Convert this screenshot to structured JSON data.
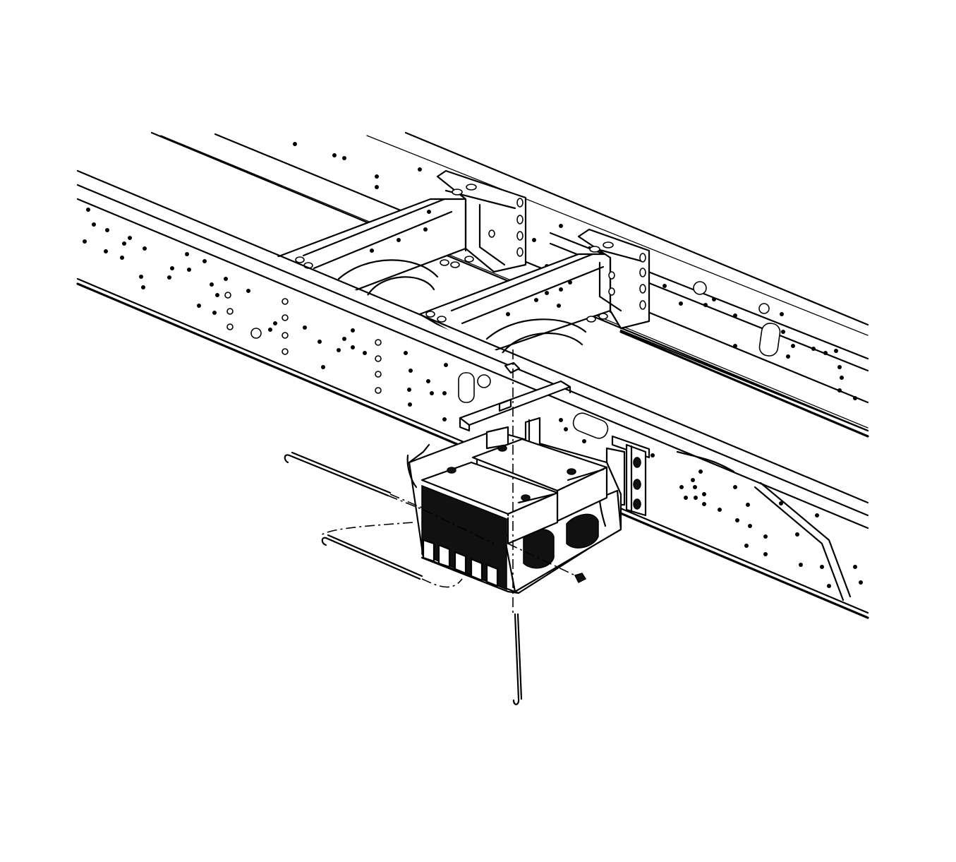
{
  "diagram": {
    "parts": [
      {
        "id": "frame-rail-left",
        "icon": "frame-rail-icon"
      },
      {
        "id": "frame-rail-right",
        "icon": "frame-rail-icon"
      },
      {
        "id": "crossmember-front",
        "icon": "crossmember-icon"
      },
      {
        "id": "crossmember-rear",
        "icon": "crossmember-icon"
      },
      {
        "id": "battery-tray",
        "icon": "battery-tray-icon"
      },
      {
        "id": "battery-front",
        "icon": "battery-icon"
      },
      {
        "id": "battery-rear",
        "icon": "battery-icon"
      },
      {
        "id": "hold-down-bracket",
        "icon": "bracket-icon"
      },
      {
        "id": "j-bolt-left",
        "icon": "j-bolt-icon"
      },
      {
        "id": "j-bolt-lower-left",
        "icon": "j-bolt-icon"
      },
      {
        "id": "j-bolt-bottom",
        "icon": "j-bolt-icon"
      },
      {
        "id": "mounting-bracket",
        "icon": "bracket-icon"
      },
      {
        "id": "nut",
        "icon": "nut-icon"
      }
    ]
  }
}
